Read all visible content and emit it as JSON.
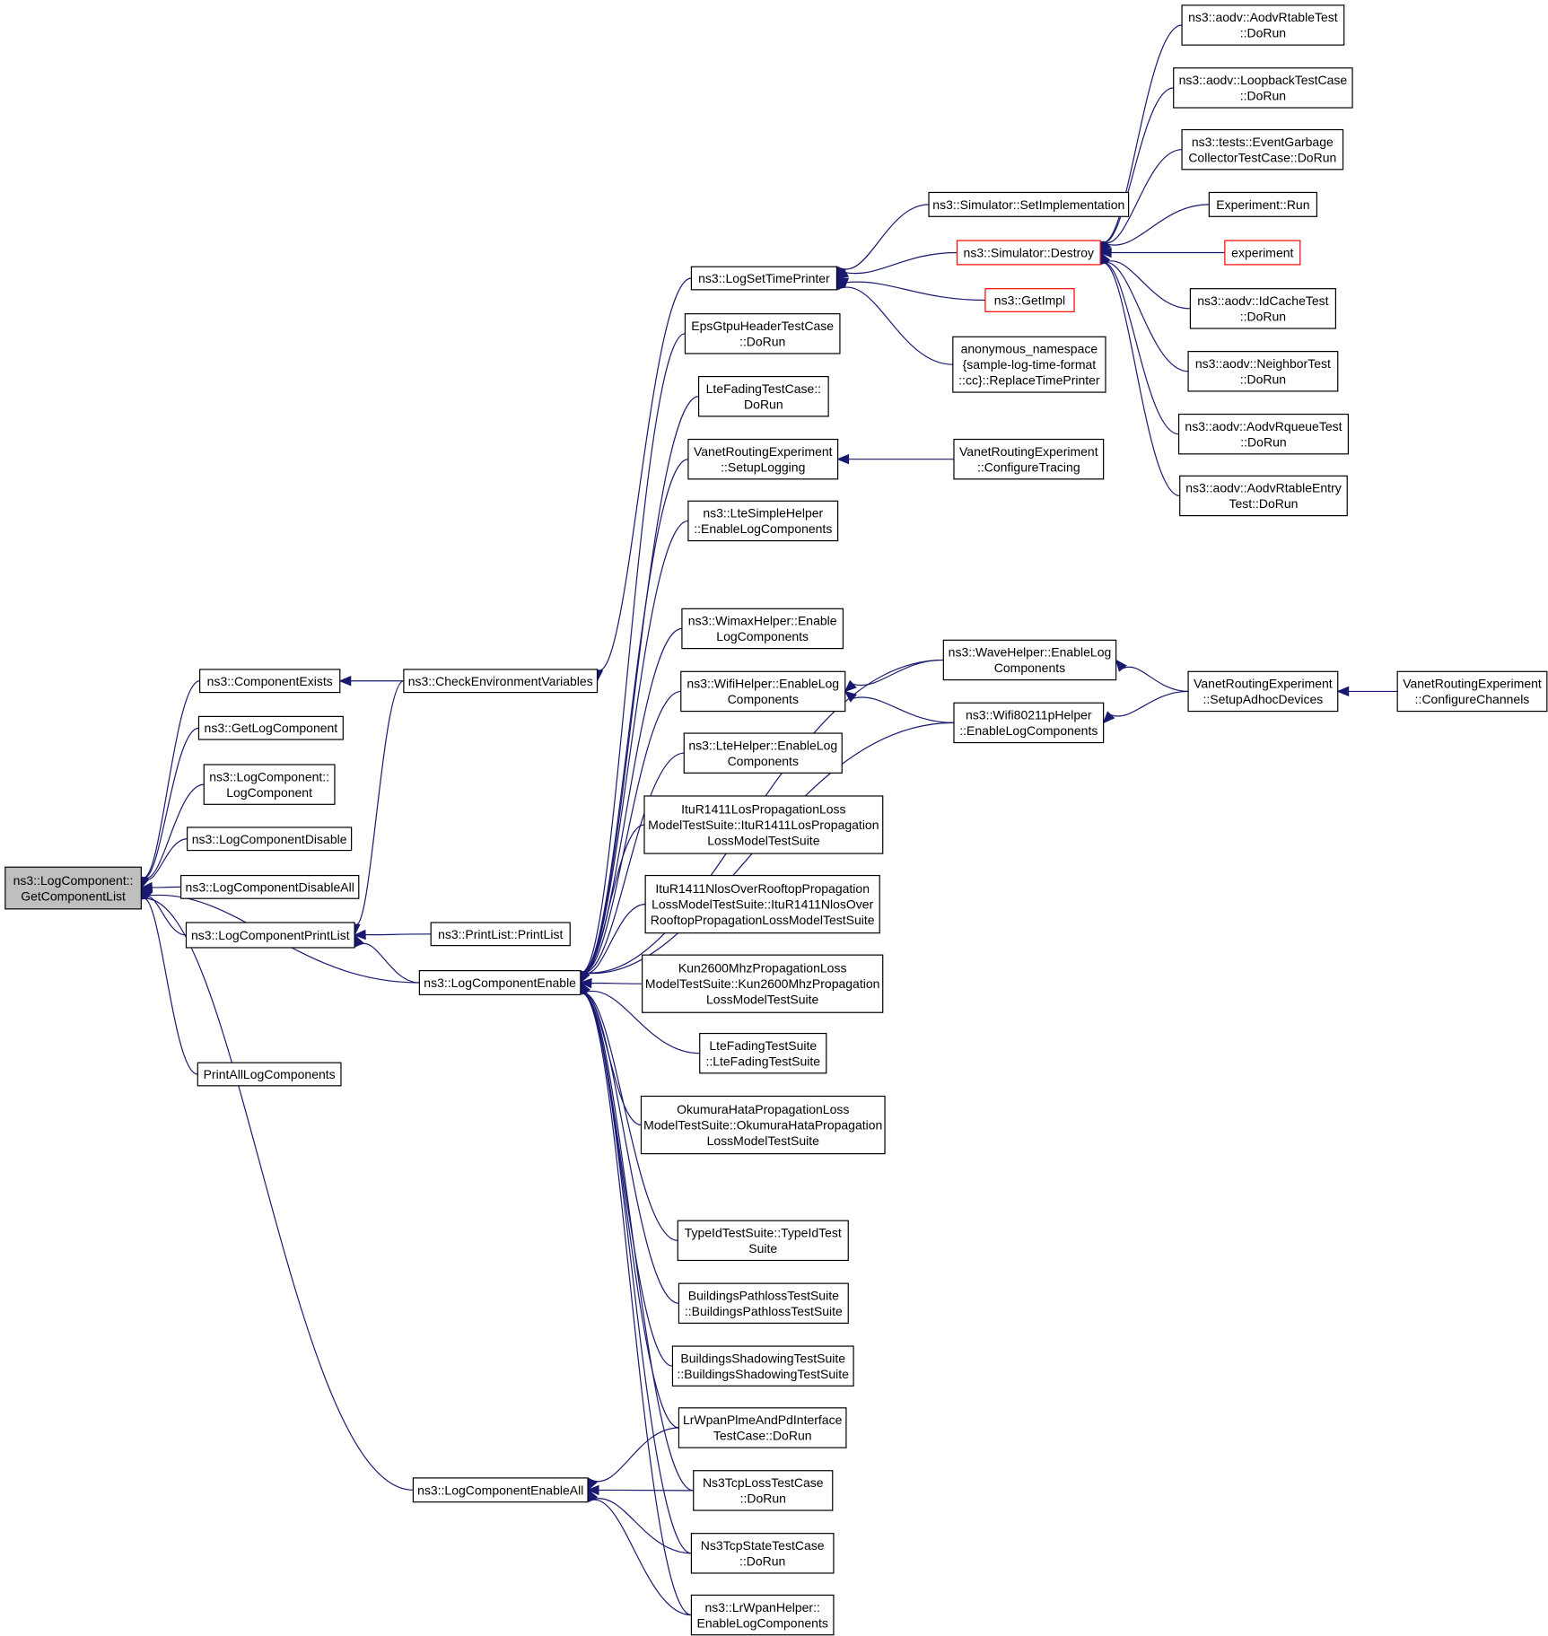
{
  "colors": {
    "edge": "#191970",
    "root_fill": "#bfbfbf",
    "truncated_border": "#ff0000"
  },
  "nodes": [
    {
      "id": "root",
      "lines": [
        "ns3::LogComponent::",
        "GetComponentList"
      ],
      "style": "root"
    },
    {
      "id": "componentExists",
      "lines": [
        "ns3::ComponentExists"
      ]
    },
    {
      "id": "getLogComponent",
      "lines": [
        "ns3::GetLogComponent"
      ]
    },
    {
      "id": "logComponentCtor",
      "lines": [
        "ns3::LogComponent::",
        "LogComponent"
      ]
    },
    {
      "id": "logComponentDisable",
      "lines": [
        "ns3::LogComponentDisable"
      ]
    },
    {
      "id": "logComponentDisableAll",
      "lines": [
        "ns3::LogComponentDisableAll"
      ]
    },
    {
      "id": "logComponentPrintList",
      "lines": [
        "ns3::LogComponentPrintList"
      ]
    },
    {
      "id": "printAllLogComponents",
      "lines": [
        "PrintAllLogComponents"
      ]
    },
    {
      "id": "checkEnv",
      "lines": [
        "ns3::CheckEnvironmentVariables"
      ]
    },
    {
      "id": "printListCtor",
      "lines": [
        "ns3::PrintList::PrintList"
      ]
    },
    {
      "id": "logComponentEnable",
      "lines": [
        "ns3::LogComponentEnable"
      ]
    },
    {
      "id": "logComponentEnableAll",
      "lines": [
        "ns3::LogComponentEnableAll"
      ]
    },
    {
      "id": "logSetTimePrinter",
      "lines": [
        "ns3::LogSetTimePrinter"
      ]
    },
    {
      "id": "epsGtpu",
      "lines": [
        "EpsGtpuHeaderTestCase",
        "::DoRun"
      ]
    },
    {
      "id": "lteFadingCase",
      "lines": [
        "LteFadingTestCase::",
        "DoRun"
      ]
    },
    {
      "id": "vanetSetupLogging",
      "lines": [
        "VanetRoutingExperiment",
        "::SetupLogging"
      ]
    },
    {
      "id": "lteSimpleHelper",
      "lines": [
        "ns3::LteSimpleHelper",
        "::EnableLogComponents"
      ]
    },
    {
      "id": "wimaxHelper",
      "lines": [
        "ns3::WimaxHelper::Enable",
        "LogComponents"
      ]
    },
    {
      "id": "wifiHelper",
      "lines": [
        "ns3::WifiHelper::EnableLog",
        "Components"
      ]
    },
    {
      "id": "lteHelper",
      "lines": [
        "ns3::LteHelper::EnableLog",
        "Components"
      ]
    },
    {
      "id": "ituLos",
      "lines": [
        "ItuR1411LosPropagationLoss",
        "ModelTestSuite::ItuR1411LosPropagation",
        "LossModelTestSuite"
      ]
    },
    {
      "id": "ituNlos",
      "lines": [
        "ItuR1411NlosOverRooftopPropagation",
        "LossModelTestSuite::ItuR1411NlosOver",
        "RooftopPropagationLossModelTestSuite"
      ]
    },
    {
      "id": "kun2600",
      "lines": [
        "Kun2600MhzPropagationLoss",
        "ModelTestSuite::Kun2600MhzPropagation",
        "LossModelTestSuite"
      ]
    },
    {
      "id": "lteFadingSuite",
      "lines": [
        "LteFadingTestSuite",
        "::LteFadingTestSuite"
      ]
    },
    {
      "id": "okumura",
      "lines": [
        "OkumuraHataPropagationLoss",
        "ModelTestSuite::OkumuraHataPropagation",
        "LossModelTestSuite"
      ]
    },
    {
      "id": "typeIdSuite",
      "lines": [
        "TypeIdTestSuite::TypeIdTest",
        "Suite"
      ]
    },
    {
      "id": "buildingsPathloss",
      "lines": [
        "BuildingsPathlossTestSuite",
        "::BuildingsPathlossTestSuite"
      ]
    },
    {
      "id": "buildingsShadowing",
      "lines": [
        "BuildingsShadowingTestSuite",
        "::BuildingsShadowingTestSuite"
      ]
    },
    {
      "id": "lrwpanPlme",
      "lines": [
        "LrWpanPlmeAndPdInterface",
        "TestCase::DoRun"
      ]
    },
    {
      "id": "ns3TcpLoss",
      "lines": [
        "Ns3TcpLossTestCase",
        "::DoRun"
      ]
    },
    {
      "id": "ns3TcpState",
      "lines": [
        "Ns3TcpStateTestCase",
        "::DoRun"
      ]
    },
    {
      "id": "lrwpanHelper",
      "lines": [
        "ns3::LrWpanHelper::",
        "EnableLogComponents"
      ]
    },
    {
      "id": "simSetImpl",
      "lines": [
        "ns3::Simulator::SetImplementation"
      ]
    },
    {
      "id": "simDestroy",
      "lines": [
        "ns3::Simulator::Destroy"
      ],
      "style": "red"
    },
    {
      "id": "getImpl",
      "lines": [
        "ns3::GetImpl"
      ],
      "style": "red"
    },
    {
      "id": "anonReplace",
      "lines": [
        "anonymous_namespace",
        "{sample-log-time-format",
        "::cc}::ReplaceTimePrinter"
      ]
    },
    {
      "id": "vanetConfigTracing",
      "lines": [
        "VanetRoutingExperiment",
        "::ConfigureTracing"
      ]
    },
    {
      "id": "waveHelper",
      "lines": [
        "ns3::WaveHelper::EnableLog",
        "Components"
      ]
    },
    {
      "id": "wifi80211p",
      "lines": [
        "ns3::Wifi80211pHelper",
        "::EnableLogComponents"
      ]
    },
    {
      "id": "aodvRtableTest",
      "lines": [
        "ns3::aodv::AodvRtableTest",
        "::DoRun"
      ]
    },
    {
      "id": "aodvLoopback",
      "lines": [
        "ns3::aodv::LoopbackTestCase",
        "::DoRun"
      ]
    },
    {
      "id": "eventGarbage",
      "lines": [
        "ns3::tests::EventGarbage",
        "CollectorTestCase::DoRun"
      ]
    },
    {
      "id": "experimentRun",
      "lines": [
        "Experiment::Run"
      ]
    },
    {
      "id": "experiment",
      "lines": [
        "experiment"
      ],
      "style": "red"
    },
    {
      "id": "aodvIdCache",
      "lines": [
        "ns3::aodv::IdCacheTest",
        "::DoRun"
      ]
    },
    {
      "id": "aodvNeighbor",
      "lines": [
        "ns3::aodv::NeighborTest",
        "::DoRun"
      ]
    },
    {
      "id": "aodvRqueue",
      "lines": [
        "ns3::aodv::AodvRqueueTest",
        "::DoRun"
      ]
    },
    {
      "id": "aodvRtableEntry",
      "lines": [
        "ns3::aodv::AodvRtableEntry",
        "Test::DoRun"
      ]
    },
    {
      "id": "vanetSetupAdhoc",
      "lines": [
        "VanetRoutingExperiment",
        "::SetupAdhocDevices"
      ]
    },
    {
      "id": "vanetConfigChannels",
      "lines": [
        "VanetRoutingExperiment",
        "::ConfigureChannels"
      ]
    }
  ],
  "edges": [
    [
      "componentExists",
      "root"
    ],
    [
      "getLogComponent",
      "root"
    ],
    [
      "logComponentCtor",
      "root"
    ],
    [
      "logComponentDisable",
      "root"
    ],
    [
      "logComponentDisableAll",
      "root"
    ],
    [
      "logComponentPrintList",
      "root"
    ],
    [
      "logComponentEnable",
      "root"
    ],
    [
      "printAllLogComponents",
      "root"
    ],
    [
      "logComponentEnableAll",
      "root"
    ],
    [
      "checkEnv",
      "componentExists"
    ],
    [
      "checkEnv",
      "logComponentPrintList"
    ],
    [
      "printListCtor",
      "logComponentPrintList"
    ],
    [
      "logComponentEnable",
      "logComponentPrintList"
    ],
    [
      "logSetTimePrinter",
      "checkEnv"
    ],
    [
      "epsGtpu",
      "logComponentEnable"
    ],
    [
      "lteFadingCase",
      "logComponentEnable"
    ],
    [
      "vanetSetupLogging",
      "logComponentEnable"
    ],
    [
      "lteSimpleHelper",
      "logComponentEnable"
    ],
    [
      "waveHelper",
      "logComponentEnable"
    ],
    [
      "wimaxHelper",
      "logComponentEnable"
    ],
    [
      "wifiHelper",
      "logComponentEnable"
    ],
    [
      "lteHelper",
      "logComponentEnable"
    ],
    [
      "ituLos",
      "logComponentEnable"
    ],
    [
      "ituNlos",
      "logComponentEnable"
    ],
    [
      "kun2600",
      "logComponentEnable"
    ],
    [
      "lteFadingSuite",
      "logComponentEnable"
    ],
    [
      "okumura",
      "logComponentEnable"
    ],
    [
      "wifi80211p",
      "logComponentEnable"
    ],
    [
      "typeIdSuite",
      "logComponentEnable"
    ],
    [
      "buildingsPathloss",
      "logComponentEnable"
    ],
    [
      "buildingsShadowing",
      "logComponentEnable"
    ],
    [
      "lrwpanPlme",
      "logComponentEnable"
    ],
    [
      "ns3TcpLoss",
      "logComponentEnable"
    ],
    [
      "ns3TcpState",
      "logComponentEnable"
    ],
    [
      "lrwpanHelper",
      "logComponentEnable"
    ],
    [
      "lrwpanPlme",
      "logComponentEnableAll"
    ],
    [
      "ns3TcpLoss",
      "logComponentEnableAll"
    ],
    [
      "ns3TcpState",
      "logComponentEnableAll"
    ],
    [
      "lrwpanHelper",
      "logComponentEnableAll"
    ],
    [
      "simSetImpl",
      "logSetTimePrinter"
    ],
    [
      "simDestroy",
      "logSetTimePrinter"
    ],
    [
      "getImpl",
      "logSetTimePrinter"
    ],
    [
      "anonReplace",
      "logSetTimePrinter"
    ],
    [
      "vanetConfigTracing",
      "vanetSetupLogging"
    ],
    [
      "waveHelper",
      "wifiHelper"
    ],
    [
      "wifi80211p",
      "wifiHelper"
    ],
    [
      "vanetSetupAdhoc",
      "waveHelper"
    ],
    [
      "vanetSetupAdhoc",
      "wifi80211p"
    ],
    [
      "vanetConfigChannels",
      "vanetSetupAdhoc"
    ],
    [
      "aodvRtableTest",
      "simDestroy"
    ],
    [
      "aodvLoopback",
      "simDestroy"
    ],
    [
      "eventGarbage",
      "simDestroy"
    ],
    [
      "experimentRun",
      "simDestroy"
    ],
    [
      "experiment",
      "simDestroy"
    ],
    [
      "aodvIdCache",
      "simDestroy"
    ],
    [
      "aodvNeighbor",
      "simDestroy"
    ],
    [
      "aodvRqueue",
      "simDestroy"
    ],
    [
      "aodvRtableEntry",
      "simDestroy"
    ]
  ]
}
